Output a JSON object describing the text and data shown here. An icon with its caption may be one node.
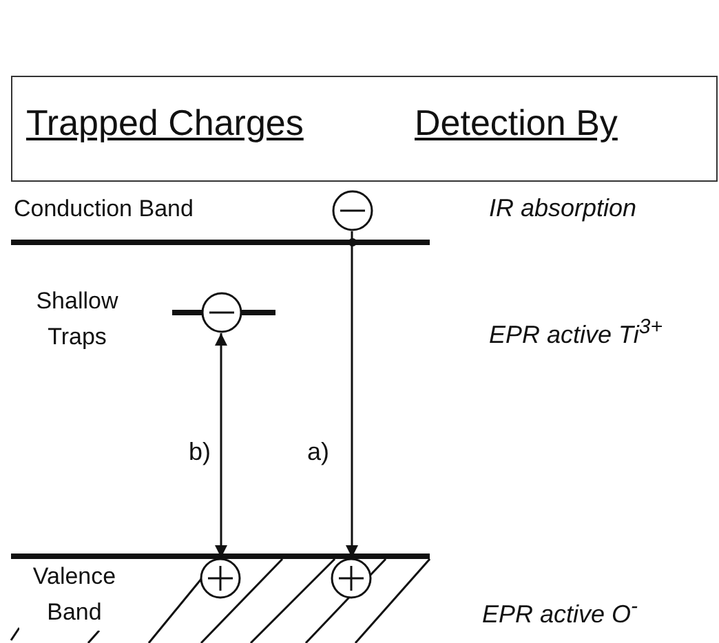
{
  "diagram": {
    "nodes": [
      {
        "text": [
          "Trapped Charges",
          "Detection By"
        ]
      },
      {
        "text": [],
        "shape": "circle"
      },
      {
        "text": [],
        "shape": "circle"
      },
      {
        "text": [],
        "shape": "circle"
      },
      {
        "text": [],
        "shape": "circle"
      }
    ],
    "edges": [
      {
        "from": 1,
        "to": 4,
        "arrow": "to",
        "label": "a)"
      },
      {
        "from": 3,
        "to": 2,
        "arrow": "both",
        "label": "b)"
      }
    ],
    "labels": [
      "Conduction Band",
      "IR absorption",
      "Shallow Traps",
      "EPR active Ti$^{3+}$",
      "Valence Band",
      "EPR active O$^{-}$"
    ]
  }
}
